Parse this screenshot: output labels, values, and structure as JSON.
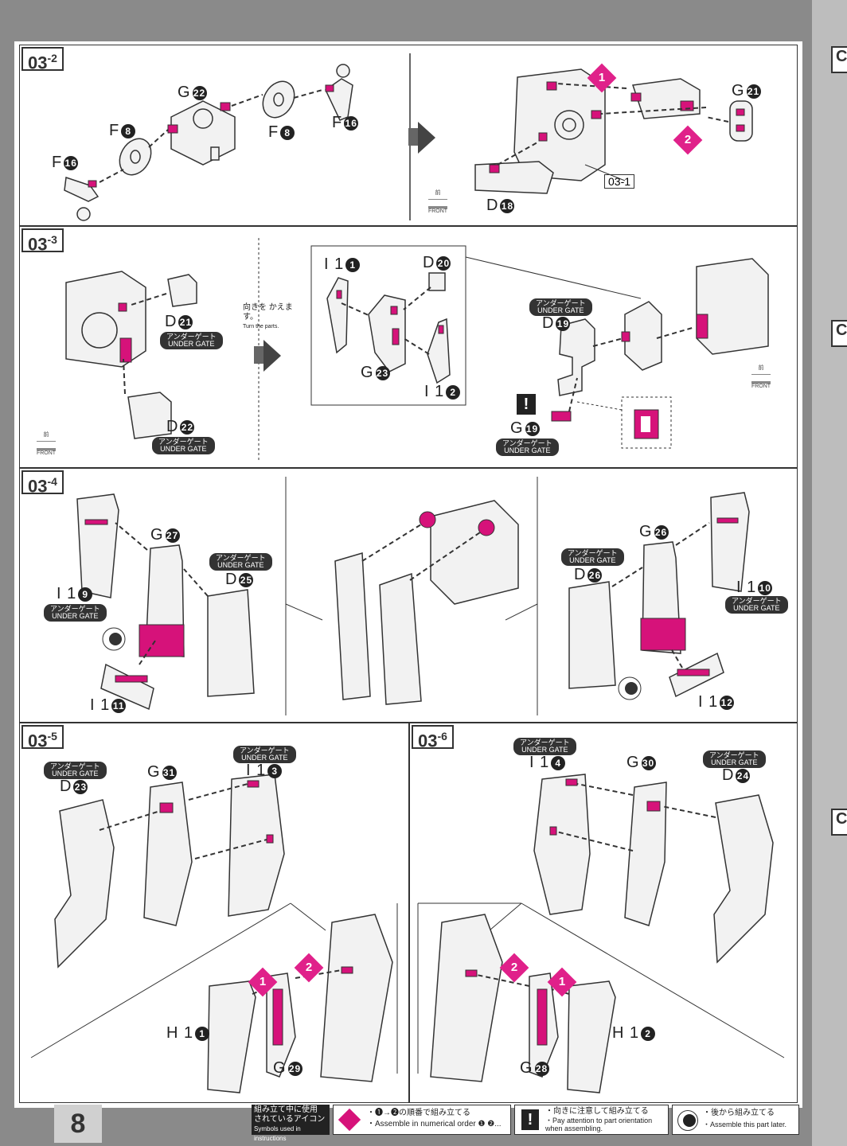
{
  "page_number": "8",
  "steps": {
    "s2": {
      "label_main": "03",
      "label_sub": "-2",
      "parts": {
        "g22": "G",
        "f8a": "F",
        "f8b": "F",
        "f16a": "F",
        "f16b": "F",
        "g21": "G",
        "d18": "D"
      },
      "ref": "03-1",
      "front_jp": "前",
      "front_en": "FRONT"
    },
    "s3": {
      "label_main": "03",
      "label_sub": "-3",
      "parts": {
        "d21": "D",
        "d22": "D",
        "i1a": "I 1",
        "d20": "D",
        "g23": "G",
        "i1b": "I 1",
        "d19": "D",
        "g19": "G"
      },
      "turn_jp": "向きを かえます。",
      "turn_en": "Turn the parts.",
      "front_jp": "前",
      "front_en": "FRONT"
    },
    "s4": {
      "label_main": "03",
      "label_sub": "-4",
      "parts": {
        "g27": "G",
        "d25": "D",
        "i19": "I 1",
        "i111": "I 1",
        "g26": "G",
        "d26": "D",
        "i110": "I 1",
        "i112": "I 1"
      }
    },
    "s5": {
      "label_main": "03",
      "label_sub": "-5",
      "parts": {
        "d23": "D",
        "g31": "G",
        "i13": "I 1",
        "h1a": "H 1",
        "g29": "G"
      }
    },
    "s6": {
      "label_main": "03",
      "label_sub": "-6",
      "parts": {
        "i14": "I 1",
        "g30": "G",
        "d24": "D",
        "h1b": "H 1",
        "g28": "G"
      }
    }
  },
  "under_gate": {
    "jp": "アンダーゲート",
    "en": "UNDER GATE"
  },
  "num_badges": {
    "n1": "1",
    "n2": "2"
  },
  "legend": {
    "title_jp": "組み立て中に使用 されているアイコン",
    "title_en": "Symbols used in instructions",
    "item1_jp": "・❶→❷の順番で組み立てる",
    "item1_en": "・Assemble in numerical order ❶ ❷...",
    "item2_jp": "・向きに注意して組み立てる",
    "item2_en": "・Pay attention to part orientation when assembling.",
    "item3_jp": "・後から組み立てる",
    "item3_en": "・Assemble this part later."
  },
  "warning_mark": "!",
  "colors": {
    "accent": "#d6127a",
    "ink": "#333333",
    "page": "#ffffff",
    "bg": "#8a8a8a"
  }
}
